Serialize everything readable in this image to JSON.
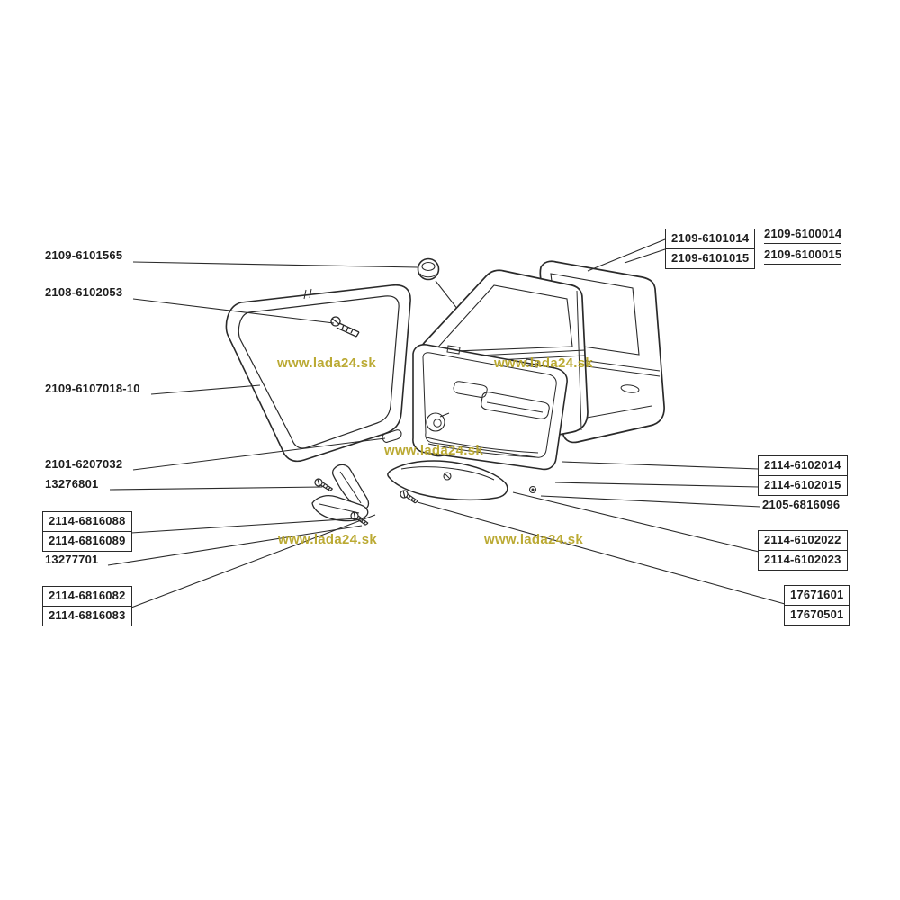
{
  "page": {
    "background": "#ffffff"
  },
  "watermark": {
    "text": "www.lada24.sk",
    "color": "#b8a62a"
  },
  "colors": {
    "label_text": "#1d1d1d",
    "line": "#2a2a2a"
  },
  "labels": {
    "left": [
      {
        "text": "2109-6101565",
        "style": "plain"
      },
      {
        "text": "2108-6102053",
        "style": "plain"
      },
      {
        "text": "2109-6107018-10",
        "style": "plain"
      },
      {
        "text": "2101-6207032",
        "style": "plain"
      },
      {
        "text": "13276801",
        "style": "plain"
      },
      {
        "text": "2114-6816088",
        "style": "boxed"
      },
      {
        "text": "2114-6816089",
        "style": "boxed"
      },
      {
        "text": "13277701",
        "style": "plain"
      },
      {
        "text": "2114-6816082",
        "style": "boxed"
      },
      {
        "text": "2114-6816083",
        "style": "boxed"
      }
    ],
    "right": [
      {
        "text": "2109-6101014",
        "style": "boxed"
      },
      {
        "text": "2109-6101015",
        "style": "boxed"
      },
      {
        "text": "2109-6100014",
        "style": "underlined"
      },
      {
        "text": "2109-6100015",
        "style": "underlined"
      },
      {
        "text": "2114-6102014",
        "style": "boxed"
      },
      {
        "text": "2114-6102015",
        "style": "boxed"
      },
      {
        "text": "2105-6816096",
        "style": "plain"
      },
      {
        "text": "2114-6102022",
        "style": "boxed"
      },
      {
        "text": "2114-6102023",
        "style": "boxed"
      },
      {
        "text": "17671601",
        "style": "boxed"
      },
      {
        "text": "17670501",
        "style": "boxed"
      }
    ]
  }
}
